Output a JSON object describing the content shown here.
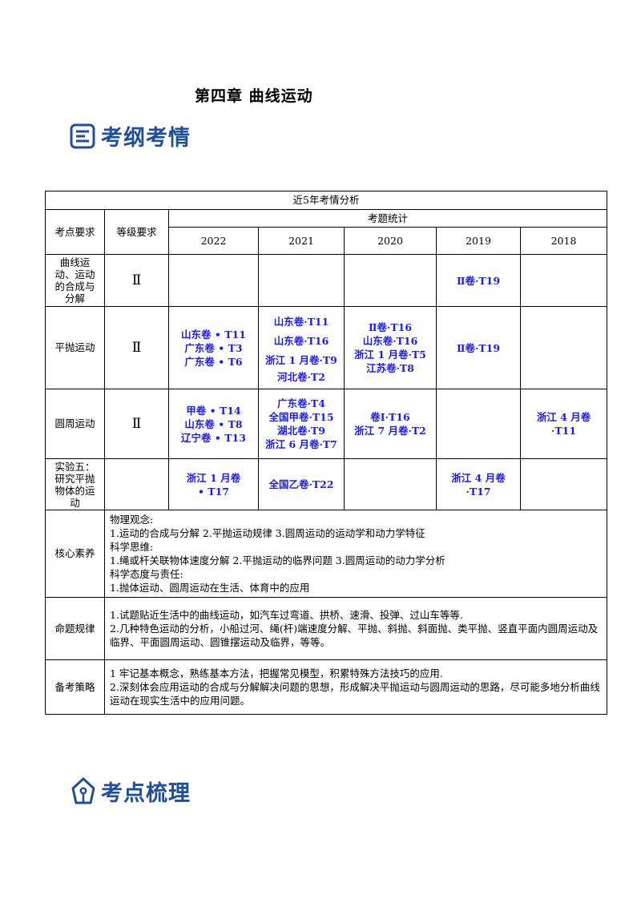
{
  "chapter_title": "第四章 曲线运动",
  "section1": {
    "title": "考纲考情",
    "icon": "outline-list-icon"
  },
  "section2": {
    "title": "考点梳理",
    "icon": "pen-nib-icon"
  },
  "table": {
    "caption": "近5年考情分析",
    "col_point": "考点要求",
    "col_level": "等级要求",
    "stats_header": "考题统计",
    "years": [
      "2022",
      "2021",
      "2020",
      "2019",
      "2018"
    ],
    "rows": [
      {
        "name": [
          "曲线运",
          "动、运动",
          "的合成与",
          "分解"
        ],
        "level": "Ⅱ",
        "cells": [
          [],
          [],
          [],
          [
            "Ⅱ卷·T19"
          ],
          []
        ]
      },
      {
        "name": [
          "平抛运动"
        ],
        "level": "Ⅱ",
        "cells": [
          [
            "山东卷 • T11",
            "广东卷 • T3",
            "广东卷 • T6"
          ],
          [
            "山东卷·T11",
            "山东卷·T16",
            "浙江 1 月卷·T9",
            "河北卷·T2"
          ],
          [
            "Ⅱ卷·T16",
            "山东卷·T16",
            "浙江 1 月卷·T5",
            "江苏卷·T8"
          ],
          [
            "Ⅱ卷·T19"
          ],
          []
        ]
      },
      {
        "name": [
          "圆周运动"
        ],
        "level": "Ⅱ",
        "cells": [
          [
            "甲卷 • T14",
            "山东卷 • T8",
            "辽宁卷 • T13"
          ],
          [
            "广东卷·T4",
            "全国甲卷·T15",
            "湖北卷·T9",
            "浙江 6 月卷·T7"
          ],
          [
            "卷Ⅰ·T16",
            "浙江 7 月卷·T2"
          ],
          [],
          [
            "浙江 4 月卷",
            "·T11"
          ]
        ]
      },
      {
        "name": [
          "实验五：",
          "研究平抛",
          "物体的运",
          "动"
        ],
        "level": "",
        "cells": [
          [
            "浙江 1 月卷",
            "• T17"
          ],
          [
            "全国乙卷·T22"
          ],
          [],
          [
            "浙江 4 月卷",
            "·T17"
          ],
          []
        ]
      }
    ],
    "core_label": "核心素养",
    "core_lines": [
      "物理观念:",
      "1.运动的合成与分解 2.平抛运动规律 3.圆周运动的运动学和动力学特征",
      "科学思维:",
      "1.绳或杆关联物体速度分解 2.平抛运动的临界问题 3.圆周运动的动力学分析",
      "科学态度与责任:",
      "1.抛体运动、圆周运动在生活、体育中的应用"
    ],
    "rule_label": "命题规律",
    "rule_lines": [
      "1.试题贴近生活中的曲线运动，如汽车过弯道、拱桥、速滑、投弹、过山车等等.",
      "2.几种特色运动的分析，小船过河、绳(杆)端速度分解、平抛、斜抛、斜面抛、类平抛、竖直平面内圆周运动及临界、平面圆周运动、圆锥摆运动及临界，等等。"
    ],
    "strategy_label": "备考策略",
    "strategy_lines": [
      "1 牢记基本概念，熟练基本方法，把握常见模型，积累特殊方法技巧的应用.",
      "2.深刻体会应用运动的合成与分解解决问题的思想，形成解决平抛运动与圆周运动的思路，尽可能多地分析曲线运动在现实生活中的应用问题。"
    ]
  }
}
